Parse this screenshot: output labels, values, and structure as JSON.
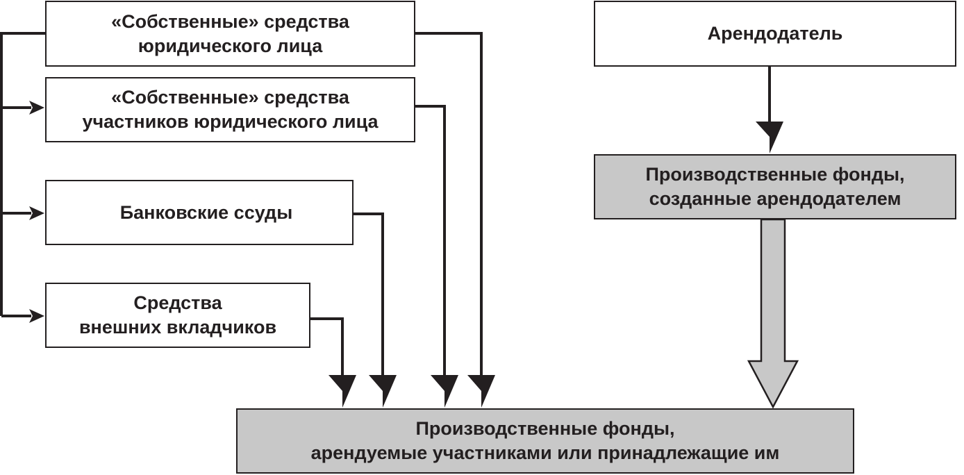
{
  "nodes": {
    "own_entity": {
      "line1": "«Собственные» средства",
      "line2": "юридического лица"
    },
    "own_members": {
      "line1": "«Собственные» средства",
      "line2": "участников юридического лица"
    },
    "bank_loans": {
      "line1": "Банковские ссуды"
    },
    "external_investors": {
      "line1": "Средства",
      "line2": "внешних вкладчиков"
    },
    "lessor": {
      "line1": "Арендодатель"
    },
    "lessor_funds": {
      "line1": "Производственные фонды,",
      "line2": "созданные арендодателем"
    },
    "result": {
      "line1": "Производственные фонды,",
      "line2": "арендуемые участниками или принадлежащие им"
    }
  },
  "colors": {
    "line": "#231f20",
    "box_fill": "#ffffff",
    "highlight_fill": "#c8c8c8"
  }
}
